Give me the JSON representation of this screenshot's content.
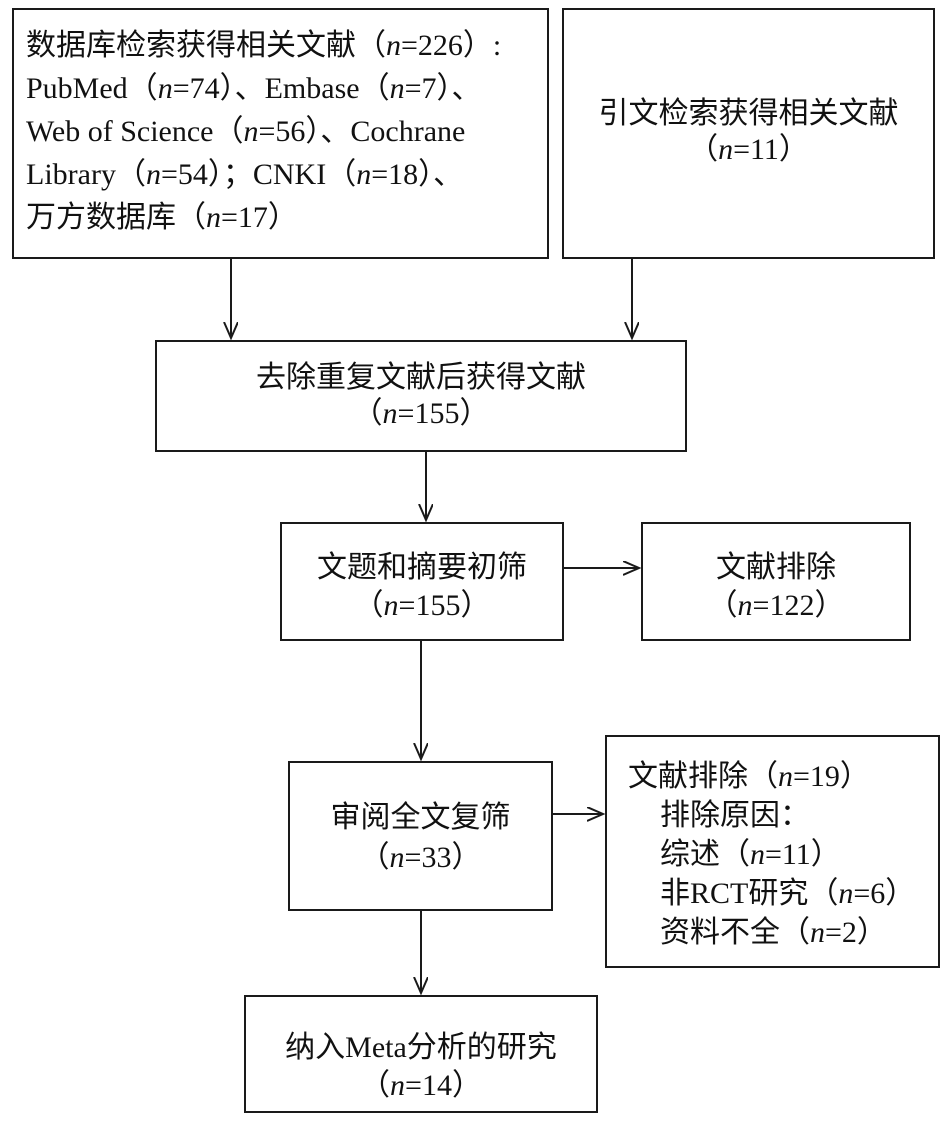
{
  "boxes": {
    "database": {
      "lines": [
        "数据库检索获得相关文献（n=226）:",
        "PubMed（n=74）、Embase（n=7）、",
        "Web of Science（n=56）、Cochrane",
        "Library（n=54）；CNKI（n=18）、",
        "万方数据库（n=17）"
      ]
    },
    "citation": {
      "title": "引文检索获得相关文献",
      "count": "（n=11）"
    },
    "dedup": {
      "title": "去除重复文献后获得文献",
      "count": "（n=155）"
    },
    "screening": {
      "title": "文题和摘要初筛",
      "count": "（n=155）"
    },
    "excluded1": {
      "title": "文献排除",
      "count": "（n=122）"
    },
    "fulltext": {
      "title": "审阅全文复筛",
      "count": "（n=33）"
    },
    "excluded2": {
      "title": "文献排除（n=19）",
      "reasons_label": "排除原因：",
      "reasons": [
        "综述（n=11）",
        "非RCT研究（n=6）",
        "资料不全（n=2）"
      ]
    },
    "included": {
      "title": "纳入Meta分析的研究",
      "count": "（n=14）"
    }
  },
  "colors": {
    "line": "#1a1a1a",
    "text": "#111111",
    "background": "#ffffff"
  }
}
